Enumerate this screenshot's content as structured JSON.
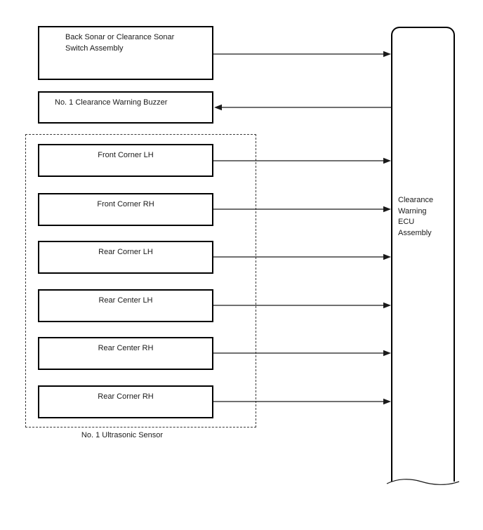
{
  "diagram": {
    "back_sonar_box": {
      "lines": [
        "Back Sonar or Clearance Sonar",
        "Switch Assembly"
      ]
    },
    "buzzer_box": {
      "label": "No. 1 Clearance Warning Buzzer"
    },
    "sensor_group": {
      "caption": "No. 1 Ultrasonic Sensor",
      "sensors": [
        {
          "label": "Front Corner LH"
        },
        {
          "label": "Front Corner RH"
        },
        {
          "label": "Rear Corner LH"
        },
        {
          "label": "Rear Center LH"
        },
        {
          "label": "Rear Center RH"
        },
        {
          "label": "Rear Corner RH"
        }
      ]
    },
    "ecu_box": {
      "lines": [
        "Clearance",
        "Warning",
        "ECU",
        "Assembly"
      ]
    },
    "connections": [
      {
        "from": "Back Sonar or Clearance Sonar Switch Assembly",
        "to": "Clearance Warning ECU Assembly",
        "arrow": "to-ecu"
      },
      {
        "from": "Clearance Warning ECU Assembly",
        "to": "No. 1 Clearance Warning Buzzer",
        "arrow": "to-buzzer"
      },
      {
        "from": "Front Corner LH",
        "to": "Clearance Warning ECU Assembly",
        "arrow": "to-ecu"
      },
      {
        "from": "Front Corner RH",
        "to": "Clearance Warning ECU Assembly",
        "arrow": "to-ecu"
      },
      {
        "from": "Rear Corner LH",
        "to": "Clearance Warning ECU Assembly",
        "arrow": "to-ecu"
      },
      {
        "from": "Rear Center LH",
        "to": "Clearance Warning ECU Assembly",
        "arrow": "to-ecu"
      },
      {
        "from": "Rear Center RH",
        "to": "Clearance Warning ECU Assembly",
        "arrow": "to-ecu"
      },
      {
        "from": "Rear Corner RH",
        "to": "Clearance Warning ECU Assembly",
        "arrow": "to-ecu"
      }
    ],
    "colors": {
      "background": "#ffffff",
      "border": "#000000",
      "line": "#1a1a1a"
    }
  }
}
